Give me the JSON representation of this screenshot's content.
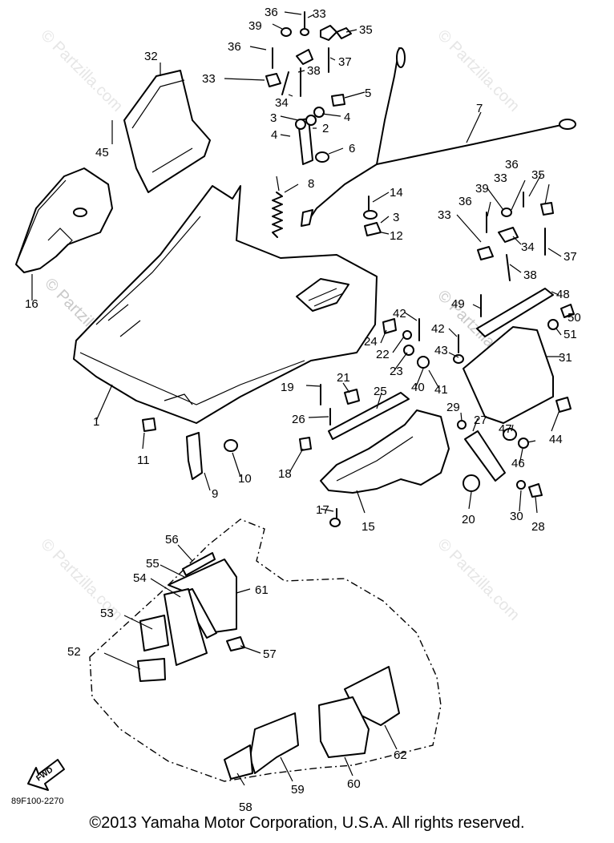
{
  "diagram": {
    "watermark": "© Partzilla.com",
    "drawing_code": "89F100-2270",
    "fwd_arrow_label": "FWD",
    "callouts": [
      "1",
      "2",
      "3",
      "4",
      "5",
      "6",
      "7",
      "8",
      "9",
      "10",
      "11",
      "12",
      "14",
      "15",
      "16",
      "17",
      "18",
      "19",
      "20",
      "21",
      "22",
      "23",
      "24",
      "25",
      "26",
      "27",
      "28",
      "29",
      "30",
      "31",
      "32",
      "33",
      "34",
      "35",
      "36",
      "37",
      "38",
      "39",
      "40",
      "41",
      "42",
      "43",
      "44",
      "45",
      "46",
      "47",
      "48",
      "49",
      "50",
      "51",
      "52",
      "53",
      "54",
      "55",
      "56",
      "57",
      "58",
      "59",
      "60",
      "61",
      "62"
    ]
  },
  "footer": {
    "copyright": "©2013  Yamaha Motor Corporation, U.S.A. All rights reserved."
  }
}
